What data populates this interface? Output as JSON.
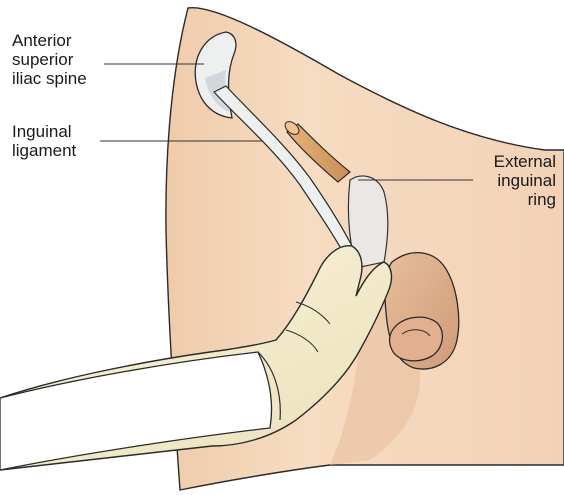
{
  "labels": {
    "anterior_superior_iliac_spine": [
      "Anterior",
      "superior",
      "iliac spine"
    ],
    "inguinal_ligament": [
      "Inguinal",
      "ligament"
    ],
    "external_inguinal_ring": [
      "External",
      "inguinal",
      "ring"
    ]
  },
  "colors": {
    "skin": "#f3d6bb",
    "skin_shadow": "#e3b898",
    "outline": "#2a2a2a",
    "glove": "#f5edcd",
    "bone": "#eef0f0",
    "cord": "#d9a36a",
    "leader_line": "#333333"
  }
}
